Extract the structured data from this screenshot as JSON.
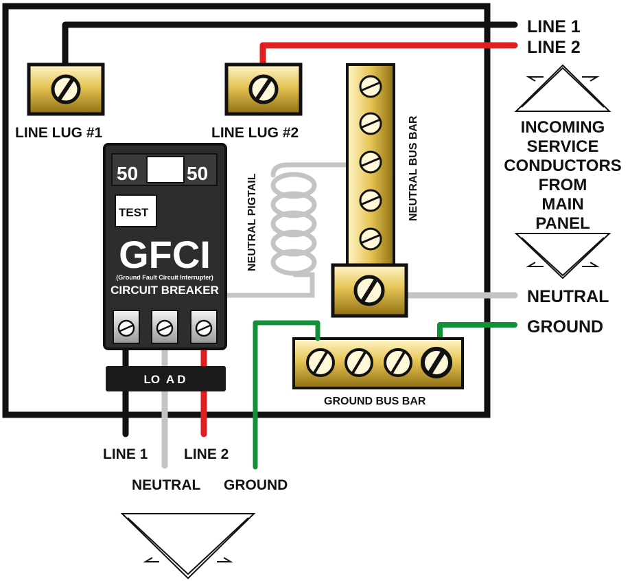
{
  "wires": {
    "line1": "LINE 1",
    "line2": "LINE 2",
    "neutral": "NEUTRAL",
    "ground": "GROUND"
  },
  "lugs": {
    "lug1": "LINE LUG #1",
    "lug2": "LINE LUG #2"
  },
  "incoming_text": [
    "INCOMING",
    "SERVICE",
    "CONDUCTORS",
    "FROM",
    "MAIN",
    "PANEL"
  ],
  "breaker": {
    "rating_left": "50",
    "rating_right": "50",
    "test_label": "TEST",
    "title": "GFCI",
    "subtitle": "(Ground Fault Circuit Interrupter)",
    "type": "CIRCUIT BREAKER",
    "load_label": "LO  A D"
  },
  "neutral_pigtail": "NEUTRAL PIGTAIL",
  "neutral_bus_bar": "NEUTRAL BUS BAR",
  "ground_bus_bar": "GROUND BUS BAR",
  "load_wires": {
    "line1": "LINE 1",
    "line2": "LINE 2",
    "neutral": "NEUTRAL",
    "ground": "GROUND"
  },
  "colors": {
    "line1": "#111111",
    "line2": "#e02020",
    "neutral": "#c0c0c0",
    "ground": "#10913a",
    "brass": "#e8c85a",
    "breaker_body": "#2c2c2c"
  }
}
